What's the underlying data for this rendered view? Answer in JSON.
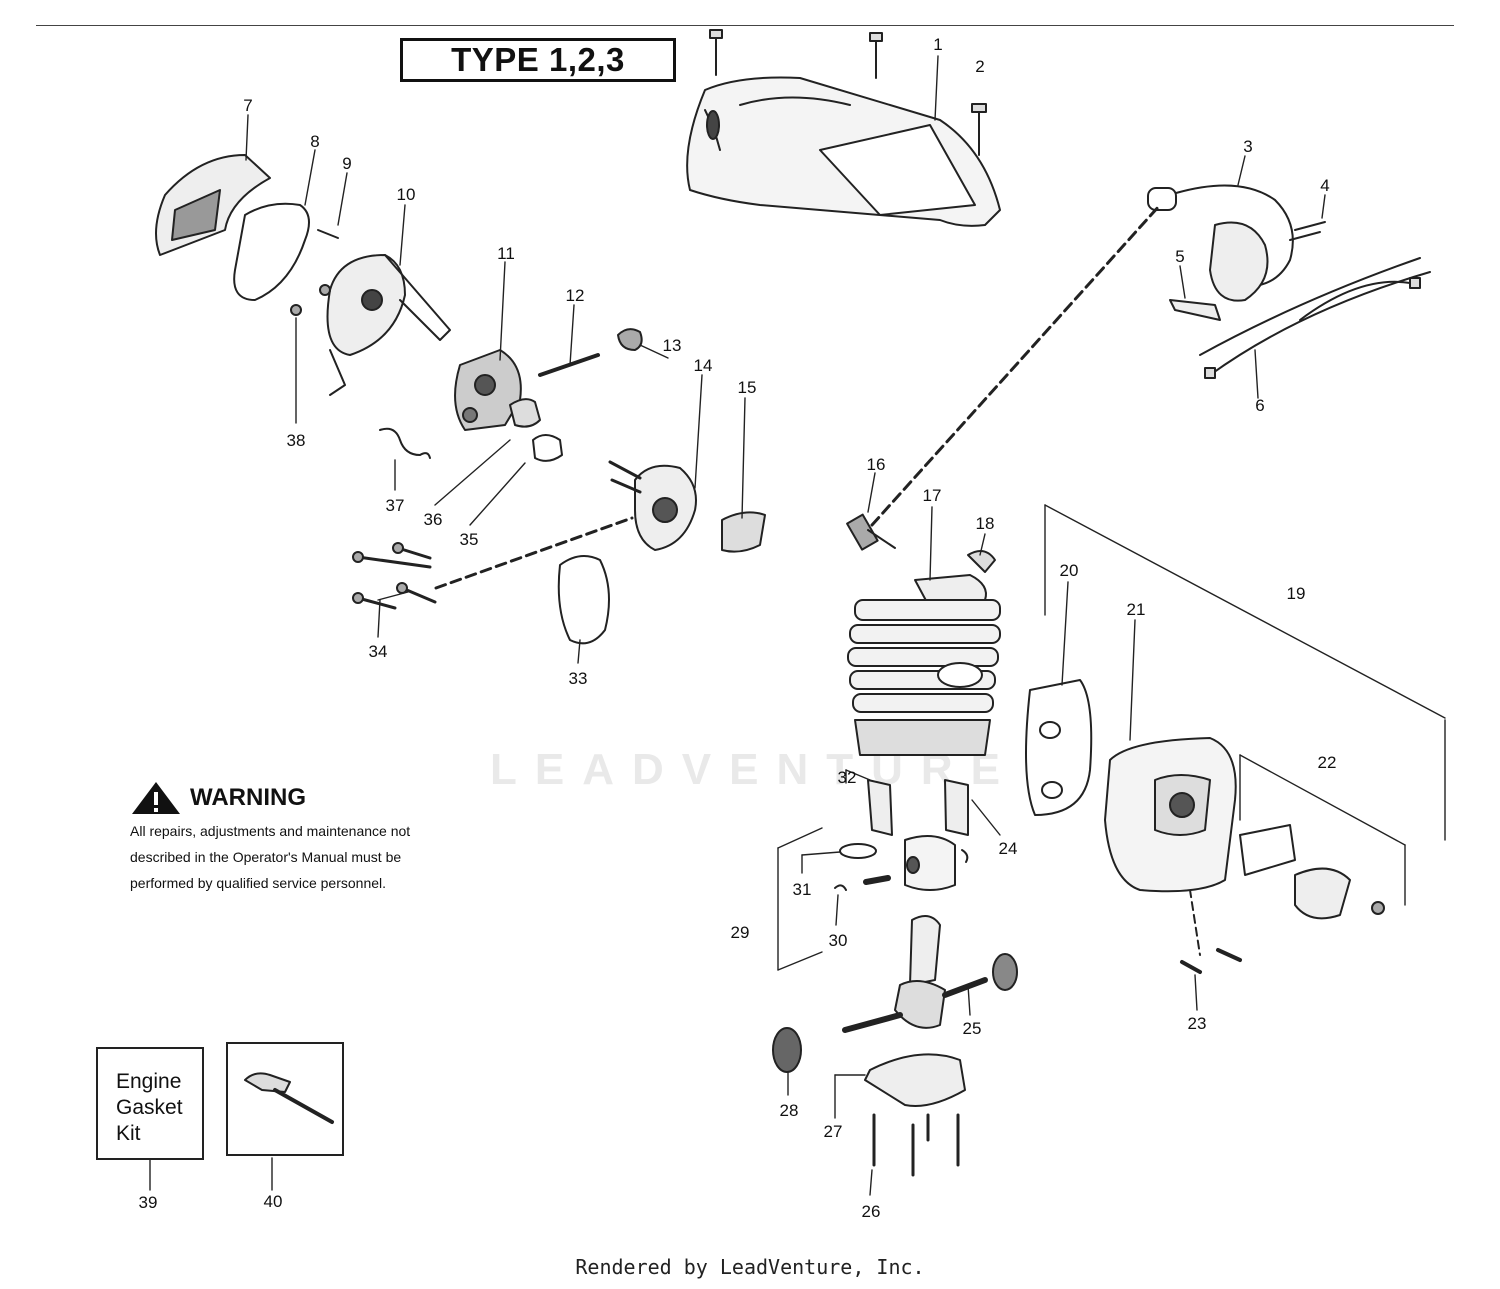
{
  "header": {
    "type_label": "TYPE 1,2,3"
  },
  "callouts": {
    "c1": "1",
    "c2": "2",
    "c3": "3",
    "c4": "4",
    "c5": "5",
    "c6": "6",
    "c7": "7",
    "c8": "8",
    "c9": "9",
    "c10": "10",
    "c11": "11",
    "c12": "12",
    "c13": "13",
    "c14": "14",
    "c15": "15",
    "c16": "16",
    "c17": "17",
    "c18": "18",
    "c19": "19",
    "c20": "20",
    "c21": "21",
    "c22": "22",
    "c23": "23",
    "c24": "24",
    "c25": "25",
    "c26": "26",
    "c27": "27",
    "c28": "28",
    "c29": "29",
    "c30": "30",
    "c31": "31",
    "c32": "32",
    "c33": "33",
    "c34": "34",
    "c35": "35",
    "c36": "36",
    "c37": "37",
    "c38": "38",
    "c39": "39",
    "c40": "40"
  },
  "warning": {
    "title": "WARNING",
    "line1": "All repairs, adjustments and maintenance not",
    "line2": "described in the Operator's Manual must be",
    "line3": "performed by qualified  service personnel."
  },
  "kit": {
    "line1": "Engine",
    "line2": "Gasket",
    "line3": "Kit"
  },
  "watermark": {
    "text": "LEADVENTURE"
  },
  "footer": {
    "text": "Rendered by LeadVenture, Inc."
  }
}
